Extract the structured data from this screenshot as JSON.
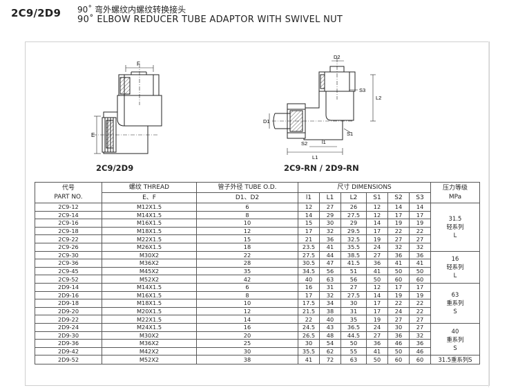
{
  "header": {
    "code": "2C9/2D9",
    "title_cn": "90˚ 弯外螺纹内螺纹转换接头",
    "title_en": "90˚ ELBOW REDUCER TUBE ADAPTOR WITH SWIVEL NUT"
  },
  "drawings": {
    "left": {
      "caption": "2C9/2D9",
      "labels": {
        "e": "E",
        "f": "F"
      }
    },
    "right": {
      "caption": "2C9-RN / 2D9-RN",
      "labels": {
        "d2": "D2",
        "s3": "S3",
        "l2": "L2",
        "d1": "D1",
        "s1": "S1",
        "s2": "S2",
        "l1s": "l1",
        "l1": "L1"
      }
    }
  },
  "table": {
    "headers": {
      "part_cn": "代号",
      "part_en": "PART NO.",
      "thread_cn": "螺纹 THREAD",
      "thread_sub": "E、F",
      "tube_cn": "管子外径 TUBE O.D.",
      "tube_sub": "D1、D2",
      "dims": "尺寸 DIMENSIONS",
      "pressure_cn": "压力等级",
      "pressure_unit": "MPa",
      "cols": [
        "l1",
        "L1",
        "L2",
        "S1",
        "S2",
        "S3"
      ]
    },
    "rows": [
      [
        "2C9-12",
        "M12X1.5",
        "6",
        "12",
        "27",
        "26",
        "12",
        "14",
        "14"
      ],
      [
        "2C9-14",
        "M14X1.5",
        "8",
        "14",
        "29",
        "27.5",
        "12",
        "17",
        "17"
      ],
      [
        "2C9-16",
        "M16X1.5",
        "10",
        "15",
        "30",
        "29",
        "14",
        "19",
        "19"
      ],
      [
        "2C9-18",
        "M18X1.5",
        "12",
        "17",
        "32",
        "29.5",
        "17",
        "22",
        "22"
      ],
      [
        "2C9-22",
        "M22X1.5",
        "15",
        "21",
        "36",
        "32.5",
        "19",
        "27",
        "27"
      ],
      [
        "2C9-26",
        "M26X1.5",
        "18",
        "23.5",
        "41",
        "35.5",
        "24",
        "32",
        "32"
      ],
      [
        "2C9-30",
        "M30X2",
        "22",
        "27.5",
        "44",
        "38.5",
        "27",
        "36",
        "36"
      ],
      [
        "2C9-36",
        "M36X2",
        "28",
        "30.5",
        "47",
        "41.5",
        "36",
        "41",
        "41"
      ],
      [
        "2C9-45",
        "M45X2",
        "35",
        "34.5",
        "56",
        "51",
        "41",
        "50",
        "50"
      ],
      [
        "2C9-52",
        "M52X2",
        "42",
        "40",
        "63",
        "56",
        "50",
        "60",
        "60"
      ],
      [
        "2D9-14",
        "M14X1.5",
        "6",
        "16",
        "31",
        "27",
        "12",
        "17",
        "17"
      ],
      [
        "2D9-16",
        "M16X1.5",
        "8",
        "17",
        "32",
        "27.5",
        "14",
        "19",
        "19"
      ],
      [
        "2D9-18",
        "M18X1.5",
        "10",
        "17.5",
        "34",
        "30",
        "17",
        "22",
        "22"
      ],
      [
        "2D9-20",
        "M20X1.5",
        "12",
        "21.5",
        "38",
        "31",
        "17",
        "24",
        "22"
      ],
      [
        "2D9-22",
        "M22X1.5",
        "14",
        "22",
        "40",
        "35",
        "19",
        "27",
        "27"
      ],
      [
        "2D9-24",
        "M24X1.5",
        "16",
        "24.5",
        "43",
        "36.5",
        "24",
        "30",
        "27"
      ],
      [
        "2D9-30",
        "M30X2",
        "20",
        "26.5",
        "48",
        "44.5",
        "27",
        "36",
        "32"
      ],
      [
        "2D9-36",
        "M36X2",
        "25",
        "30",
        "54",
        "50",
        "36",
        "46",
        "36"
      ],
      [
        "2D9-42",
        "M42X2",
        "30",
        "35.5",
        "62",
        "55",
        "41",
        "50",
        "46"
      ],
      [
        "2D9-52",
        "M52X2",
        "38",
        "41",
        "72",
        "63",
        "50",
        "60",
        "60"
      ]
    ],
    "pressure_groups": [
      {
        "value": "31.5",
        "series": "轻系列",
        "code": "L"
      },
      {
        "value": "16",
        "series": "轻系列",
        "code": "L"
      },
      {
        "value": "63",
        "series": "重系列",
        "code": "S"
      },
      {
        "value": "40",
        "series": "重系列",
        "code": "S"
      },
      {
        "value": "31.5重系列S"
      }
    ]
  }
}
